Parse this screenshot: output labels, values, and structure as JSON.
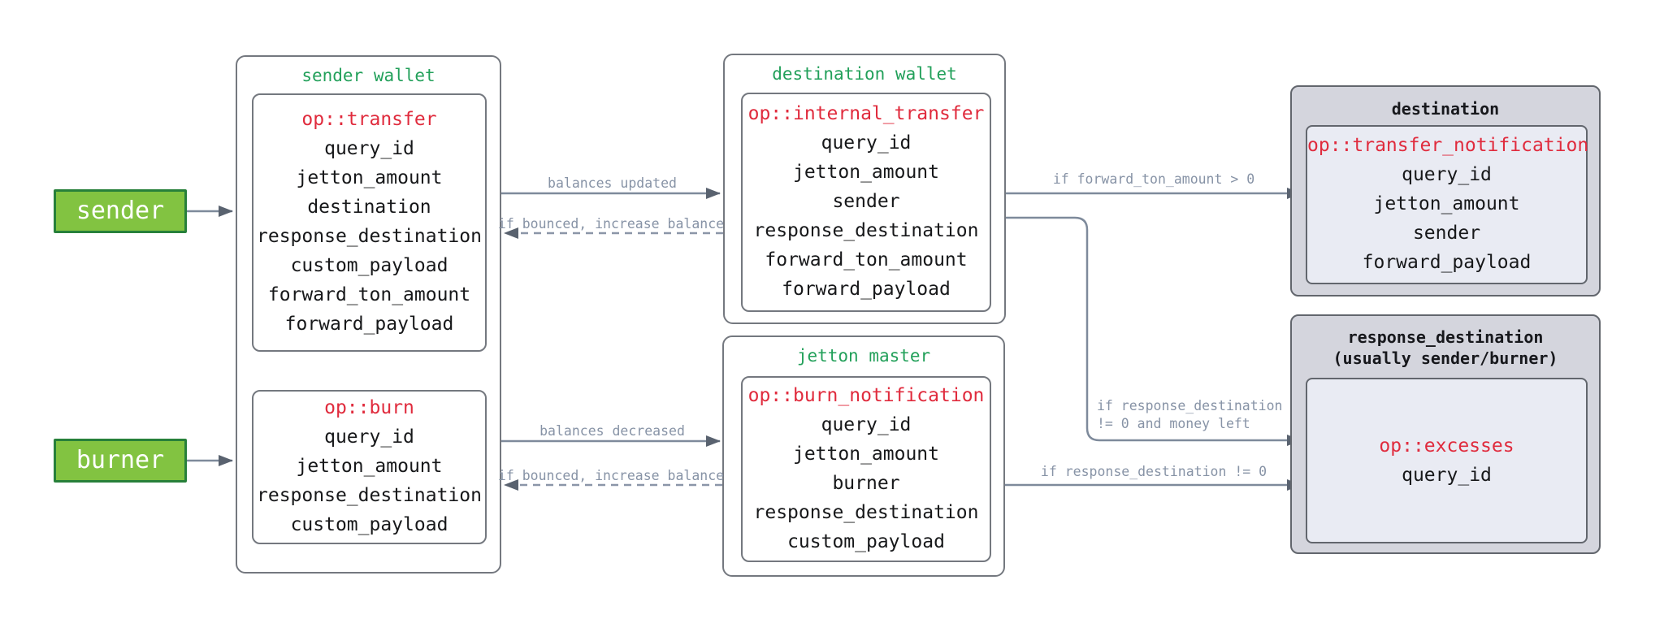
{
  "colors": {
    "bg": "#ffffff",
    "green-text": "#22a05a",
    "red-text": "#e02b3d",
    "field-text": "#17181a",
    "actor-fill": "#82c341",
    "actor-border": "#27803a",
    "actor-text": "#ffffff",
    "box-border": "#74787f",
    "gray-fill": "#d4d5dd",
    "gray-inner-fill": "#e9ebf3",
    "gray-border": "#62666d",
    "line": "#7e8a9b",
    "line-dashed": "#8b96a8",
    "arrowhead": "#59626f",
    "label": "#8793a6"
  },
  "actors": {
    "sender": "sender",
    "burner": "burner"
  },
  "wallets": {
    "sender_wallet": {
      "title": "sender wallet",
      "transfer": {
        "op": "op::transfer",
        "fields": [
          "query_id",
          "jetton_amount",
          "destination",
          "response_destination",
          "custom_payload",
          "forward_ton_amount",
          "forward_payload"
        ]
      },
      "burn": {
        "op": "op::burn",
        "fields": [
          "query_id",
          "jetton_amount",
          "response_destination",
          "custom_payload"
        ]
      }
    },
    "destination_wallet": {
      "title": "destination wallet",
      "internal_transfer": {
        "op": "op::internal_transfer",
        "fields": [
          "query_id",
          "jetton_amount",
          "sender",
          "response_destination",
          "forward_ton_amount",
          "forward_payload"
        ]
      }
    },
    "jetton_master": {
      "title": "jetton master",
      "burn_notification": {
        "op": "op::burn_notification",
        "fields": [
          "query_id",
          "jetton_amount",
          "burner",
          "response_destination",
          "custom_payload"
        ]
      }
    },
    "destination": {
      "title": "destination",
      "transfer_notification": {
        "op": "op::transfer_notification",
        "fields": [
          "query_id",
          "jetton_amount",
          "sender",
          "forward_payload"
        ]
      }
    },
    "response_destination": {
      "title": "response_destination",
      "subtitle": "(usually sender/burner)",
      "excesses": {
        "op": "op::excesses",
        "fields": [
          "query_id"
        ]
      }
    }
  },
  "edge_labels": {
    "balances_updated": "balances updated",
    "bounced_top": "if bounced, increase balance",
    "forward_ton": "if forward_ton_amount > 0",
    "money_left_1": "if response_destination",
    "money_left_2": "!= 0 and money left",
    "balances_decreased": "balances decreased",
    "bounced_bottom": "if bounced, increase balance",
    "response_not_zero": "if response_destination != 0"
  }
}
